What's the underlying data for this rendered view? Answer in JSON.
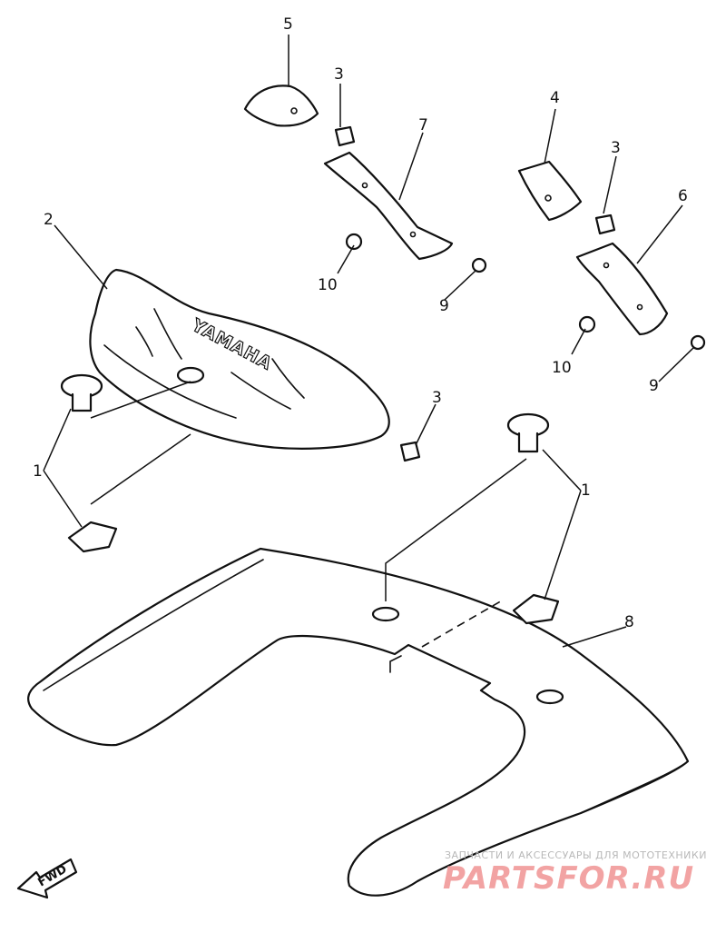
{
  "callouts": {
    "c1_left": "1",
    "c1_right": "1",
    "c2": "2",
    "c3_top": "3",
    "c3_right": "3",
    "c3_cowl": "3",
    "c4": "4",
    "c5": "5",
    "c6": "6",
    "c7": "7",
    "c8": "8",
    "c9_left": "9",
    "c9_right": "9",
    "c10_left": "10",
    "c10_right": "10"
  },
  "brand_text": "YAMAHA",
  "fwd_label": "FWD",
  "watermark": {
    "line1": "ЗАПЧАСТИ И АКСЕССУАРЫ ДЛЯ МОТОТЕХНИКИ",
    "line2": "PARTSFOR.RU"
  },
  "colors": {
    "ink": "#111111",
    "background": "#ffffff",
    "watermark_text": "#f2a3a3",
    "watermark_caption": "#b8b8b8"
  }
}
